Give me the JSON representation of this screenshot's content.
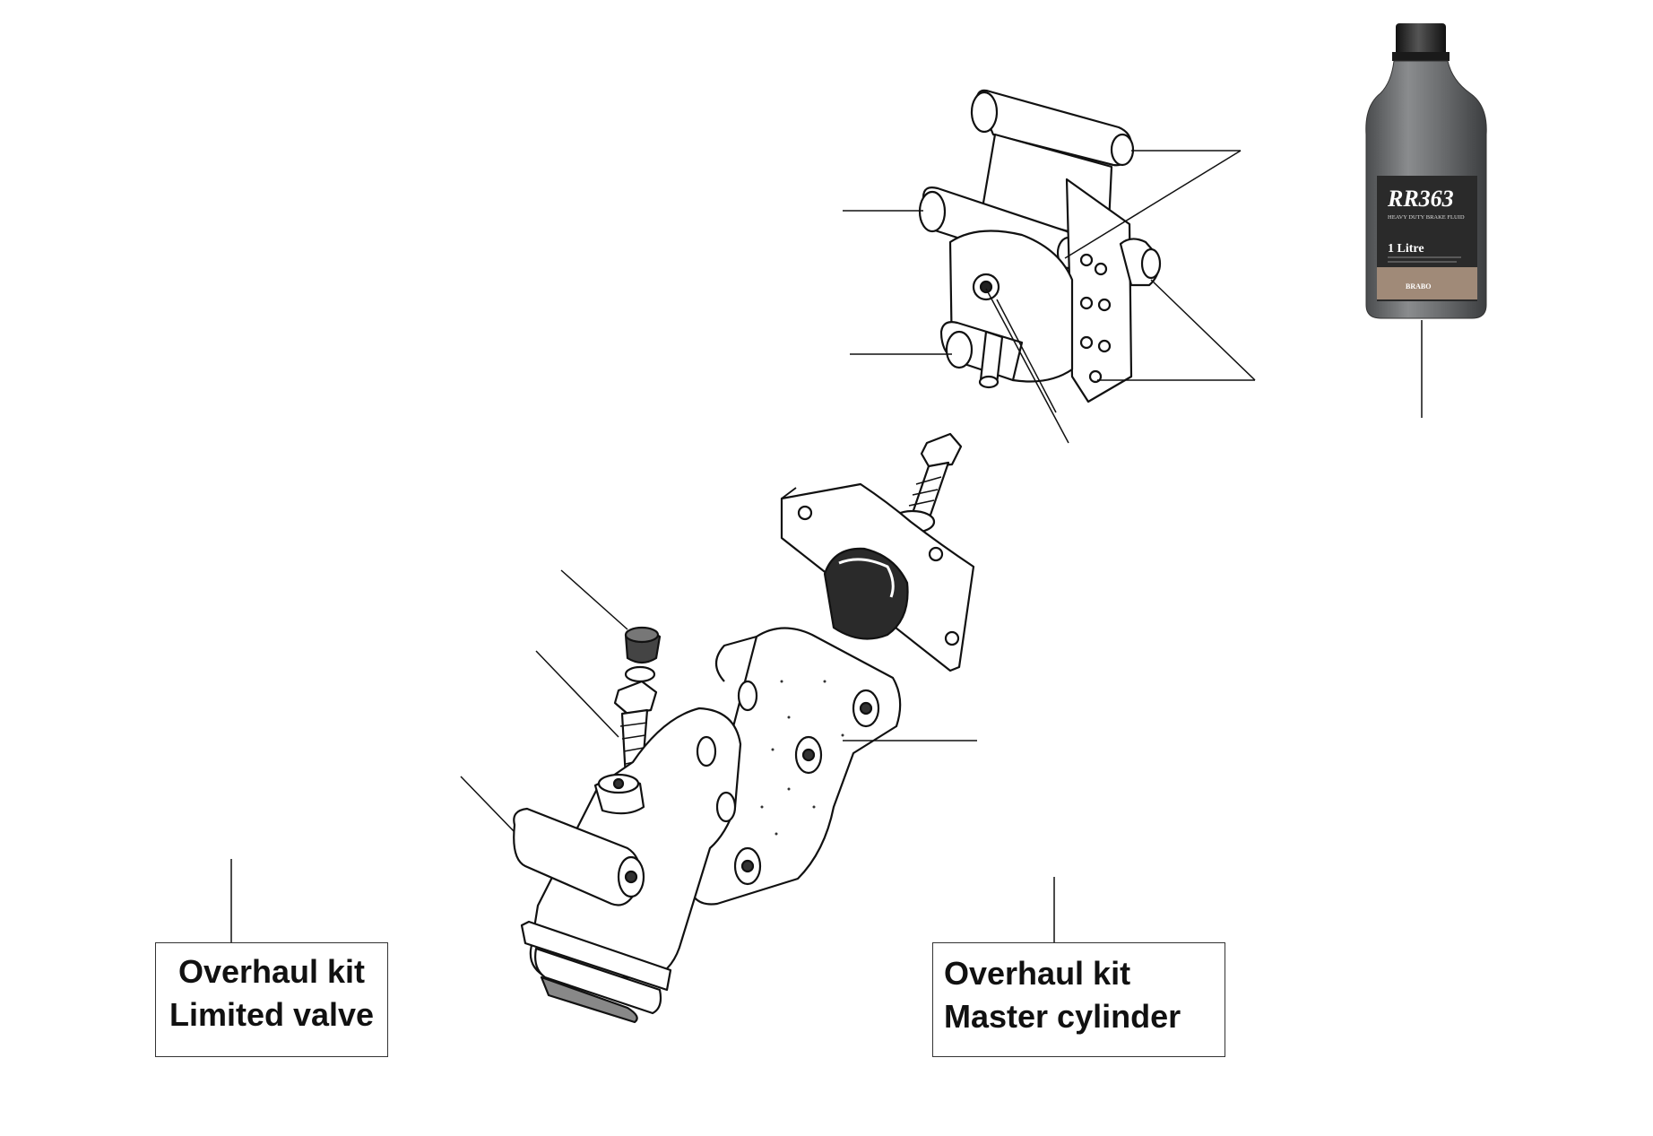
{
  "labels": {
    "limited_valve_kit": {
      "line1": "Overhaul kit",
      "line2": "Limited valve"
    },
    "master_cylinder_kit": {
      "line1": "Overhaul kit",
      "line2": "Master cylinder"
    }
  },
  "bottle": {
    "brand": "RR363",
    "product": "HEAVY DUTY BRAKE FLUID",
    "volume": "1 Litre",
    "maker": "BRABO"
  },
  "colors": {
    "line": "#111111",
    "bottle_body": "#6e7072",
    "bottle_cap": "#222222",
    "label_panel": "#2c2c2c",
    "label_stripe": "#a08a78"
  }
}
